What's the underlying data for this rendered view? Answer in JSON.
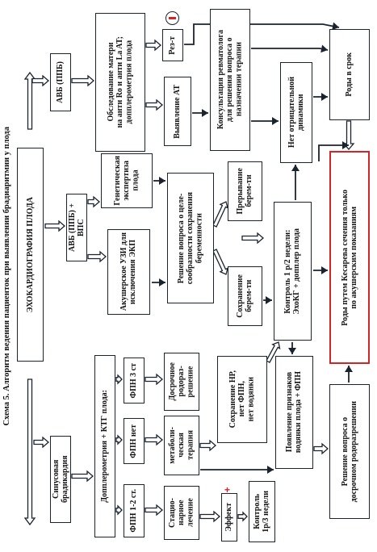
{
  "title": "Схема 5. Алгоритм ведения пациенток при выявлении брадиаритмии у плода",
  "nodes": {
    "echo": "ЭХОКАРДИОГРАФИЯ ПЛОДА",
    "sinus": "Синусовая брадикардия",
    "avb_pb_vps": "АВБ (ППБ) + ВПС",
    "avb_pb": "АВБ (ППБ)",
    "dopler_ktg": "Допплерометрия + КТГ плода:",
    "fpn12": "ФПН 1-2 ст.",
    "fpn_net": "ФПН нет",
    "fpn3": "ФПН 3 ст",
    "stac": "Стацио-\nнарное\nлечение",
    "metab": "метаболи-\nческая\nтерапия",
    "dosroch": "Досрочное\nродораз-\nрешение",
    "effekt": "Эффект",
    "kontrol13": "Контроль\n1р/3 недели",
    "sohr_hr": "Сохранение НР,\nнет ФПН,\nнет водянки",
    "poyav": "Появление признаков\nводянки плода + ФПН",
    "resh_dosr": "Решение вопроса о\nдосрочном родоразрешении",
    "akush": "Акушерское УЗИ для\nисключения ЭКП",
    "genet": "Генетическая\nэкспертиза\nплода",
    "reshenie": "Решение вопроса о целе-\nсообразности сохранения\nбеременности",
    "sohr_ber": "Сохранение\nберем-ти",
    "prer_ber": "Прерывание\nберем-ти",
    "kontrol12": "Контроль 1 р/2 недели:\nЭхоКГ + допплер плода",
    "obsled": "Обследование матери\nна анти Ro и анти La AT;\nдопплерометрия плода",
    "vyyavl": "Выявление АТ",
    "rezt": "Рез-т",
    "konsult": "Консультация ревматолога\nдля решения вопроса о\nназначении терапии",
    "net_otr": "Нет отрицательной\nдинамики",
    "rody_srok": "Роды в срок",
    "rody_kes": "Роды путем Кесарева сечения только\nпо акушерским показаниям"
  },
  "symbols": {
    "minus": "minus-sign",
    "plus": "plus-sign"
  },
  "colors": {
    "border": "#1a2330",
    "arrow_fill": "#ffffff",
    "accent": "#d42424",
    "text": "#111111"
  }
}
